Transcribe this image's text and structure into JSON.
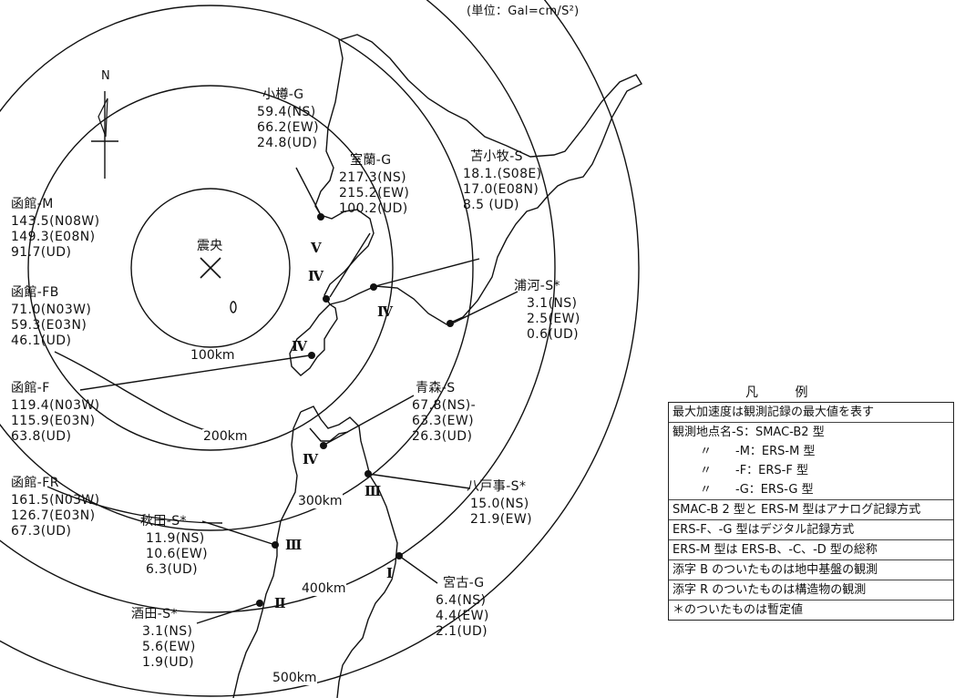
{
  "map": {
    "unit_label": "(単位：Gal=cm/S²)",
    "north_label": "N",
    "epicenter_label": "震央"
  },
  "distance_labels": [
    "100km",
    "200km",
    "300km",
    "400km",
    "500km"
  ],
  "stations": {
    "otaru_g": {
      "name": "小樽-G",
      "values": [
        "59.4(NS)",
        "66.2(EW)",
        "24.8(UD)"
      ]
    },
    "muroran_g": {
      "name": "室蘭-G",
      "values": [
        "217.3(NS)",
        "215.2(EW)",
        "100.2(UD)"
      ]
    },
    "tomakomai_s": {
      "name": "苫小牧-S",
      "values": [
        "18.1.(S08E)",
        "17.0(E08N)",
        "8.5 (UD)"
      ]
    },
    "hakodate_m": {
      "name": "函館-M",
      "values": [
        "143.5(N08W)",
        "149.3(E08N)",
        "91.7(UD)"
      ]
    },
    "hakodate_fb": {
      "name": "函館-FB",
      "values": [
        "71.0(N03W)",
        "59.3(E03N)",
        "46.1(UD)"
      ]
    },
    "urakawa_s": {
      "name": "浦河-S*",
      "values": [
        "3.1(NS)",
        "2.5(EW)",
        "0.6(UD)"
      ]
    },
    "hakodate_f": {
      "name": "函館-F",
      "values": [
        "119.4(N03W)",
        "115.9(E03N)",
        "63.8(UD)"
      ]
    },
    "aomori_s": {
      "name": "青森-S",
      "values": [
        "67.8(NS)-",
        "63.3(EW)",
        "26.3(UD)"
      ]
    },
    "hakodate_fr": {
      "name": "函館-FR",
      "values": [
        "161.5(N03W)",
        "126.7(E03N)",
        "67.3(UD)"
      ]
    },
    "hachinohe_s": {
      "name": "八戸事-S*",
      "values": [
        "15.0(NS)",
        "21.9(EW)"
      ]
    },
    "akita_s": {
      "name": "秋田-S*",
      "values": [
        "11.9(NS)",
        "10.6(EW)",
        "6.3(UD)"
      ]
    },
    "miyako_g": {
      "name": "宮古-G",
      "values": [
        "6.4(NS)",
        "4.4(EW)",
        "2.1(UD)"
      ]
    },
    "sakata_s": {
      "name": "酒田-S*",
      "values": [
        "3.1(NS)",
        "5.6(EW)",
        "1.9(UD)"
      ]
    }
  },
  "intensities": {
    "otaru": "V",
    "muroran": "Ⅳ",
    "tomakomai": "Ⅳ",
    "hakodate": "Ⅳ",
    "aomori": "Ⅳ",
    "hachinohe": "Ⅲ",
    "akita": "Ⅲ",
    "miyako": "Ⅰ",
    "sakata": "Ⅱ"
  },
  "legend": {
    "title": "凡 例",
    "rows": [
      "最大加速度は観測記録の最大値を表す",
      "観測地点名-S：SMAC-B2 型",
      "〃　　-M：ERS-M 型",
      "〃　　-F：ERS-F 型",
      "〃　　-G：ERS-G 型",
      "SMAC-B 2 型と ERS-M 型はアナログ記録方式",
      "ERS-F、-G 型はデジタル記録方式",
      "ERS-M 型は ERS-B、-C、-D 型の総称",
      "添字 B のついたものは地中基盤の観測",
      "添字 R のついたものは構造物の観測",
      "＊のついたものは暫定値"
    ]
  }
}
